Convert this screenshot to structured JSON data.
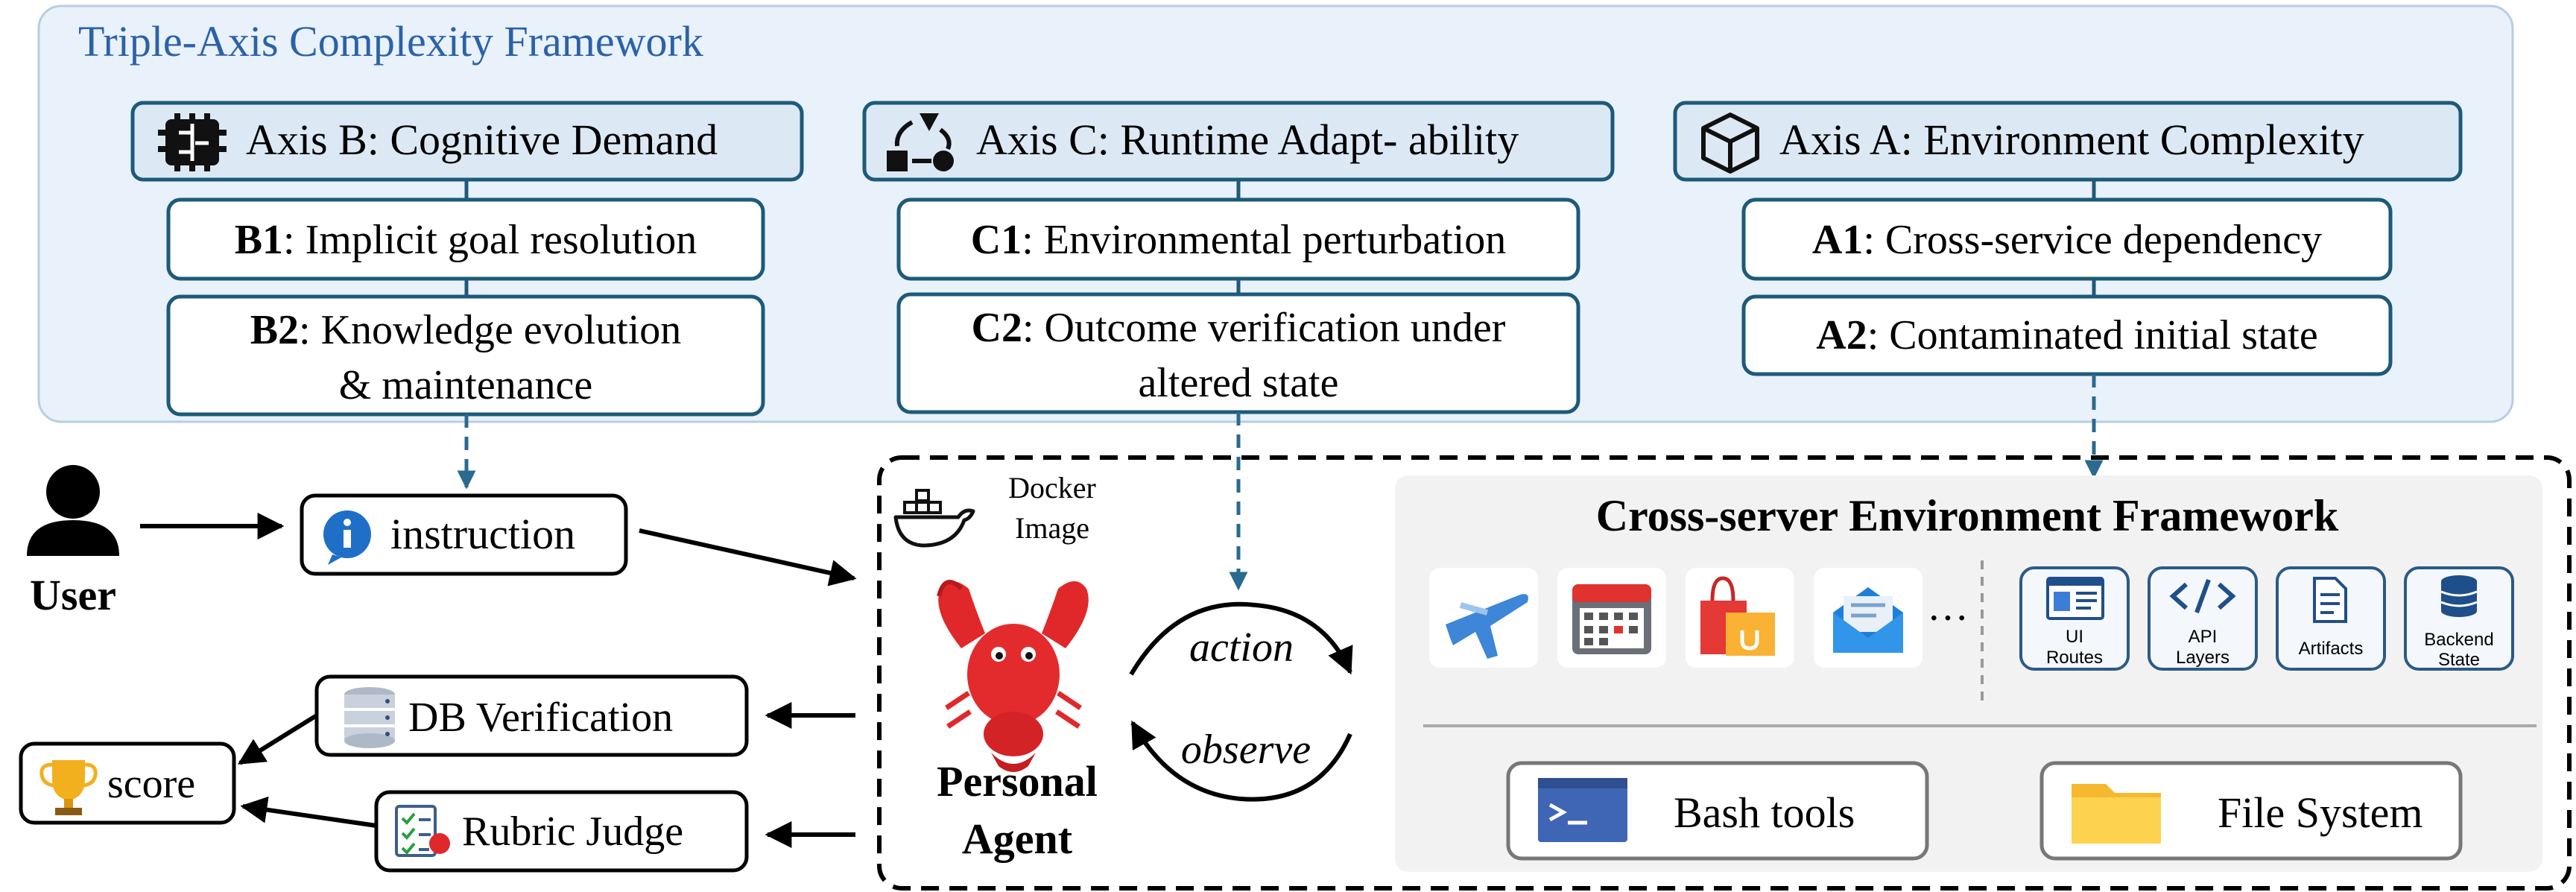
{
  "framework_title": "Triple-Axis Complexity Framework",
  "axes": [
    {
      "title": "Axis B: Cognitive Demand",
      "icon": "brain-icon",
      "items": [
        {
          "code": "B1",
          "text": ": Implicit goal resolution"
        },
        {
          "code": "B2",
          "text": ": Knowledge evolution",
          "text2": "& maintenance"
        }
      ]
    },
    {
      "title": "Axis C: Runtime Adapt- ability",
      "icon": "cycle-icon",
      "items": [
        {
          "code": "C1",
          "text": ": Environmental perturbation"
        },
        {
          "code": "C2",
          "text": ": Outcome verification under",
          "text2": "altered state"
        }
      ]
    },
    {
      "title": "Axis A: Environment Complexity",
      "icon": "cube-icon",
      "items": [
        {
          "code": "A1",
          "text": ": Cross-service dependency"
        },
        {
          "code": "A2",
          "text": ": Contaminated initial state"
        }
      ]
    }
  ],
  "user_label": "User",
  "instruction_label": "instruction",
  "docker": {
    "line1": "Docker",
    "line2": "Image"
  },
  "agent": {
    "line1": "Personal",
    "line2": "Agent"
  },
  "loop": {
    "action": "action",
    "observe": "observe"
  },
  "db_verification_label": "DB Verification",
  "rubric_judge_label": "Rubric Judge",
  "score_label": "score",
  "env": {
    "title": "Cross-server Environment Framework",
    "apps": [
      "airplane-icon",
      "calendar-icon",
      "shopping-bag-icon",
      "mail-icon"
    ],
    "ellipsis": "···",
    "components": [
      {
        "icon": "browser-window-icon",
        "line1": "UI",
        "line2": "Routes"
      },
      {
        "icon": "code-icon",
        "line1": "API",
        "line2": "Layers"
      },
      {
        "icon": "document-icon",
        "line1": "Artifacts",
        "line2": ""
      },
      {
        "icon": "database-icon",
        "line1": "Backend",
        "line2": "State"
      }
    ],
    "bash_tools_label": "Bash tools",
    "file_system_label": "File System"
  },
  "colors": {
    "panel_fill": "#e9f1fa",
    "box_border": "#1d5a7a",
    "header_fill": "#dce9f5",
    "title_blue": "#2b62a8",
    "dashed_arrow": "#2a6a8f",
    "env_fill": "#f2f2f2"
  }
}
